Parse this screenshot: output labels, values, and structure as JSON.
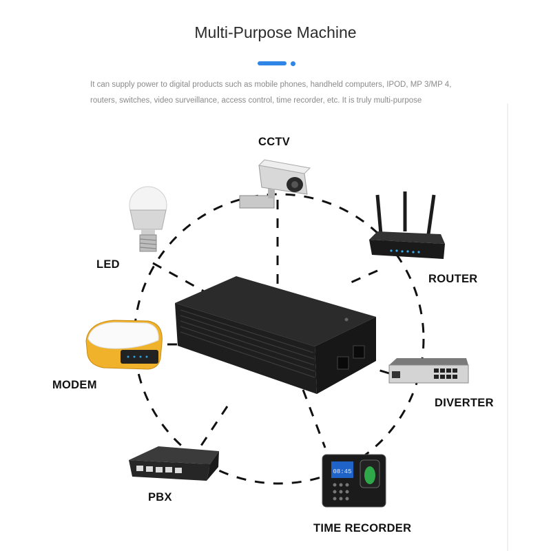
{
  "header": {
    "title": "Multi-Purpose Machine",
    "desc_line1": "It can supply power to digital products such as mobile phones, handheld computers, IPOD, MP 3/MP 4,",
    "desc_line2": "routers, switches, video surveillance, access control, time recorder, etc. It is truly multi-purpose"
  },
  "colors": {
    "accent": "#2f86e6",
    "dash": "#111111",
    "device": "#1c1c1c"
  },
  "devices": {
    "cctv": "CCTV",
    "led": "LED",
    "router": "ROUTER",
    "modem": "MODEM",
    "diverter": "DIVERTER",
    "pbx": "PBX",
    "time_recorder": "TIME RECORDER"
  },
  "time_recorder_screen": "08:45"
}
